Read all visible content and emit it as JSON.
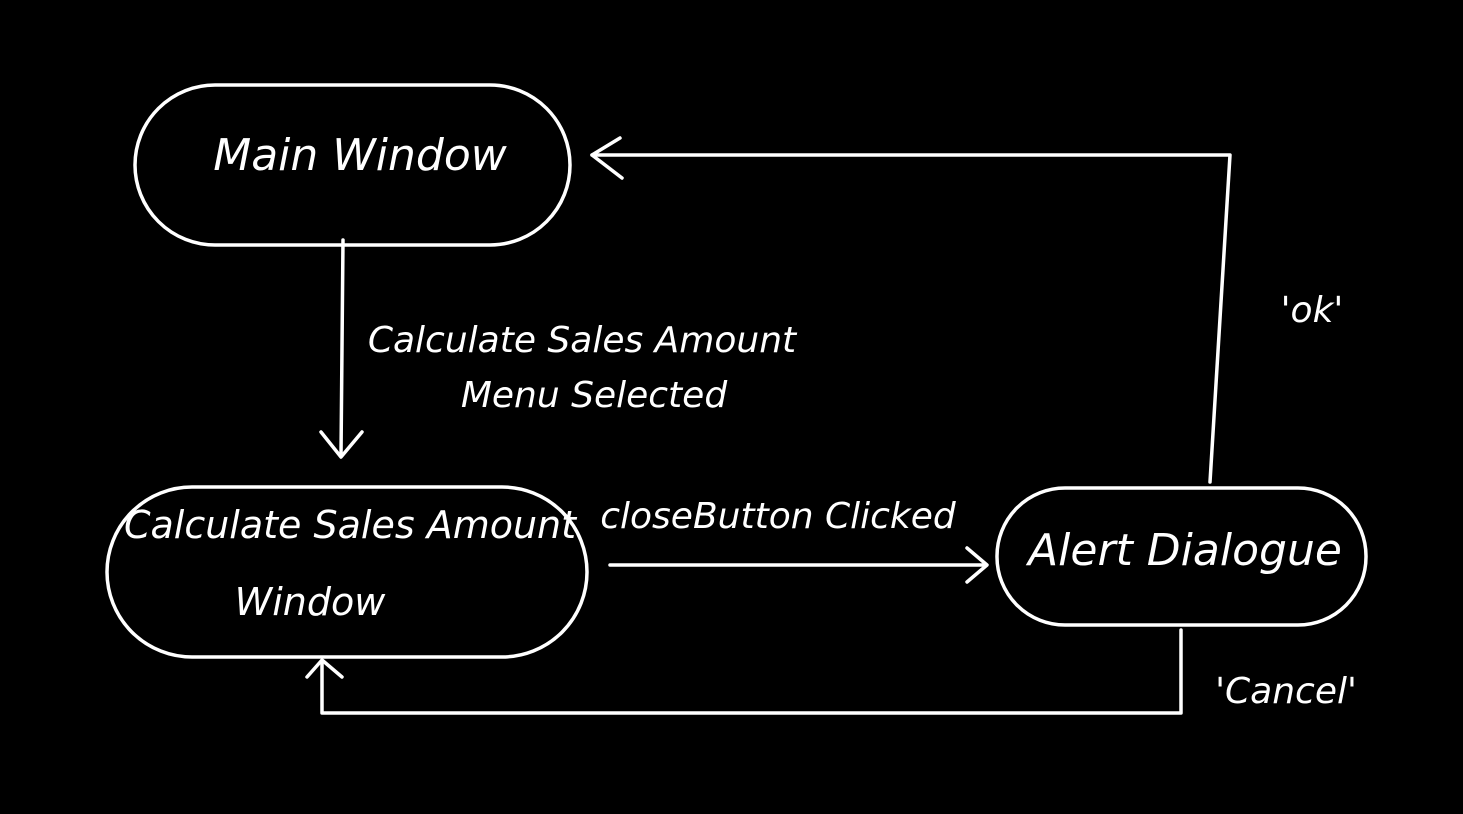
{
  "colors": {
    "background": "#000000",
    "foreground": "#ffffff"
  },
  "nodes": {
    "main_window": {
      "label": "Main Window"
    },
    "calc_window": {
      "line1": "Calculate Sales Amount",
      "line2": "Window"
    },
    "alert_dialogue": {
      "label": "Alert Dialogue"
    }
  },
  "edges": {
    "menu_selected": {
      "line1": "Calculate Sales Amount",
      "line2": "Menu Selected"
    },
    "close_clicked": {
      "label": "closeButton Clicked"
    },
    "ok": {
      "label": "'ok'"
    },
    "cancel": {
      "label": "'Cancel'"
    }
  }
}
